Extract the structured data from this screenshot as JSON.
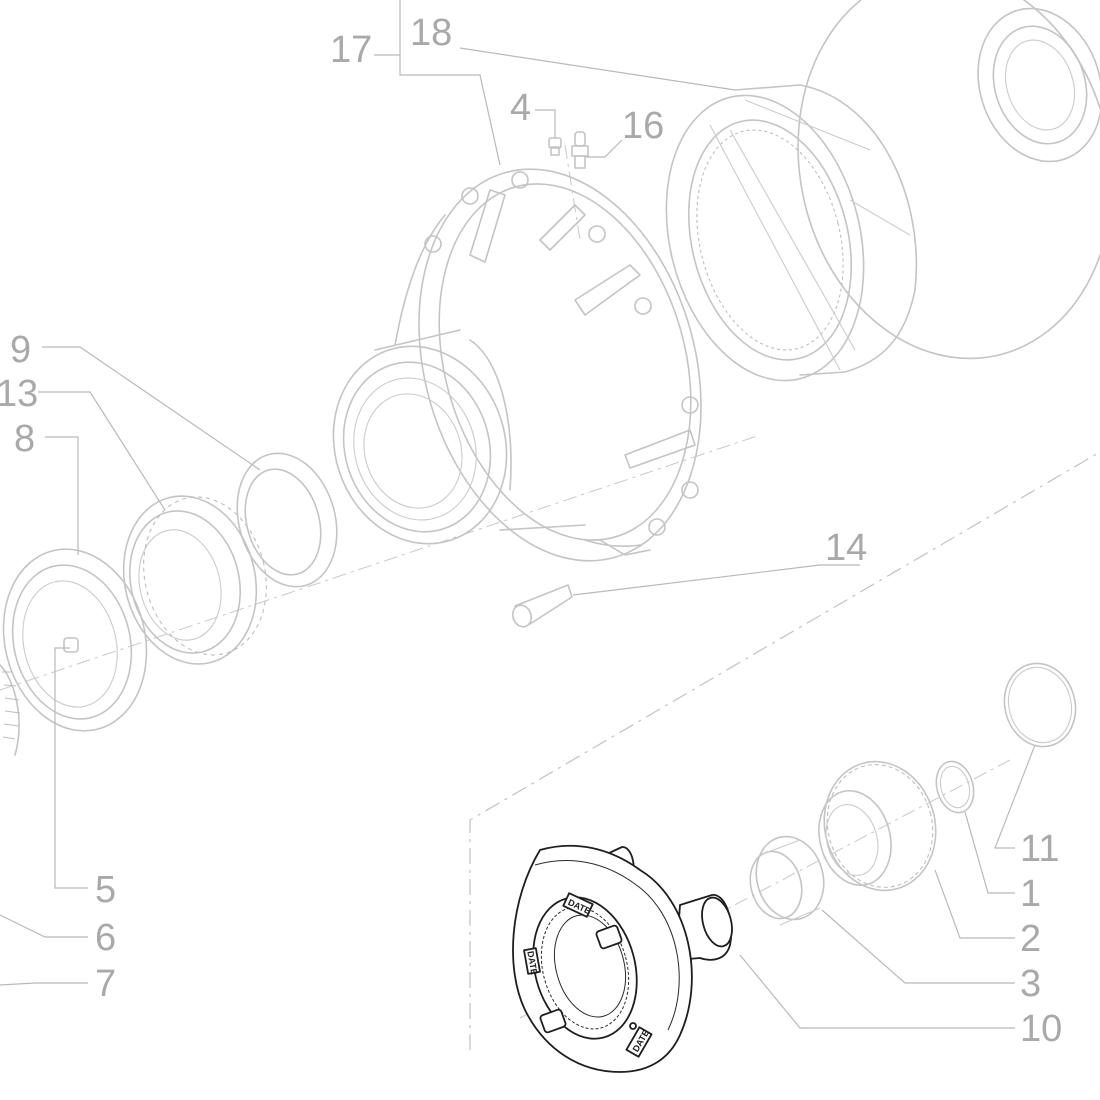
{
  "diagram": {
    "type": "exploded-parts-view",
    "highlighted_part": "10",
    "colors": {
      "ghost_line": "#c4c4c4",
      "callout_text": "#a9a9a9",
      "highlight_line": "#1e1e1e",
      "background": "#ffffff"
    },
    "callouts": [
      {
        "id": "17",
        "label": "17"
      },
      {
        "id": "18",
        "label": "18"
      },
      {
        "id": "4",
        "label": "4"
      },
      {
        "id": "16",
        "label": "16"
      },
      {
        "id": "9",
        "label": "9"
      },
      {
        "id": "13",
        "label": "13"
      },
      {
        "id": "8",
        "label": "8"
      },
      {
        "id": "14",
        "label": "14"
      },
      {
        "id": "5",
        "label": "5"
      },
      {
        "id": "6",
        "label": "6"
      },
      {
        "id": "7",
        "label": "7"
      },
      {
        "id": "11",
        "label": "11"
      },
      {
        "id": "1",
        "label": "1"
      },
      {
        "id": "2",
        "label": "2"
      },
      {
        "id": "3",
        "label": "3"
      },
      {
        "id": "10",
        "label": "10"
      }
    ],
    "plate_marks": [
      "DATE",
      "DATE",
      "DATE"
    ]
  }
}
